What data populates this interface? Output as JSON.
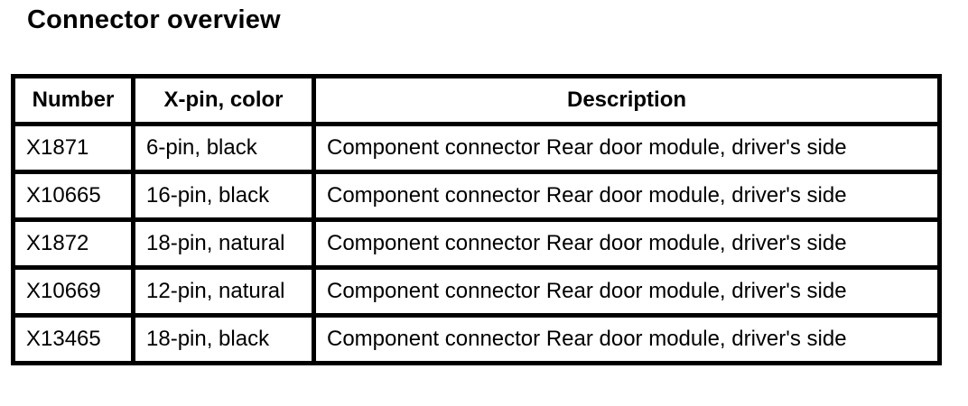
{
  "page": {
    "title": "Connector overview"
  },
  "colors": {
    "background": "#ffffff",
    "text": "#000000",
    "table_border": "#000000"
  },
  "table": {
    "columns": [
      "Number",
      "X-pin, color",
      "Description"
    ],
    "rows": [
      {
        "number": "X1871",
        "pin_color": "6-pin, black",
        "description": "Component connector Rear door module, driver's side"
      },
      {
        "number": "X10665",
        "pin_color": "16-pin, black",
        "description": "Component connector Rear door module, driver's side"
      },
      {
        "number": "X1872",
        "pin_color": "18-pin, natural",
        "description": "Component connector Rear door module, driver's side"
      },
      {
        "number": "X10669",
        "pin_color": "12-pin, natural",
        "description": "Component connector Rear door module, driver's side"
      },
      {
        "number": "X13465",
        "pin_color": "18-pin, black",
        "description": "Component connector Rear door module, driver's side"
      }
    ]
  }
}
